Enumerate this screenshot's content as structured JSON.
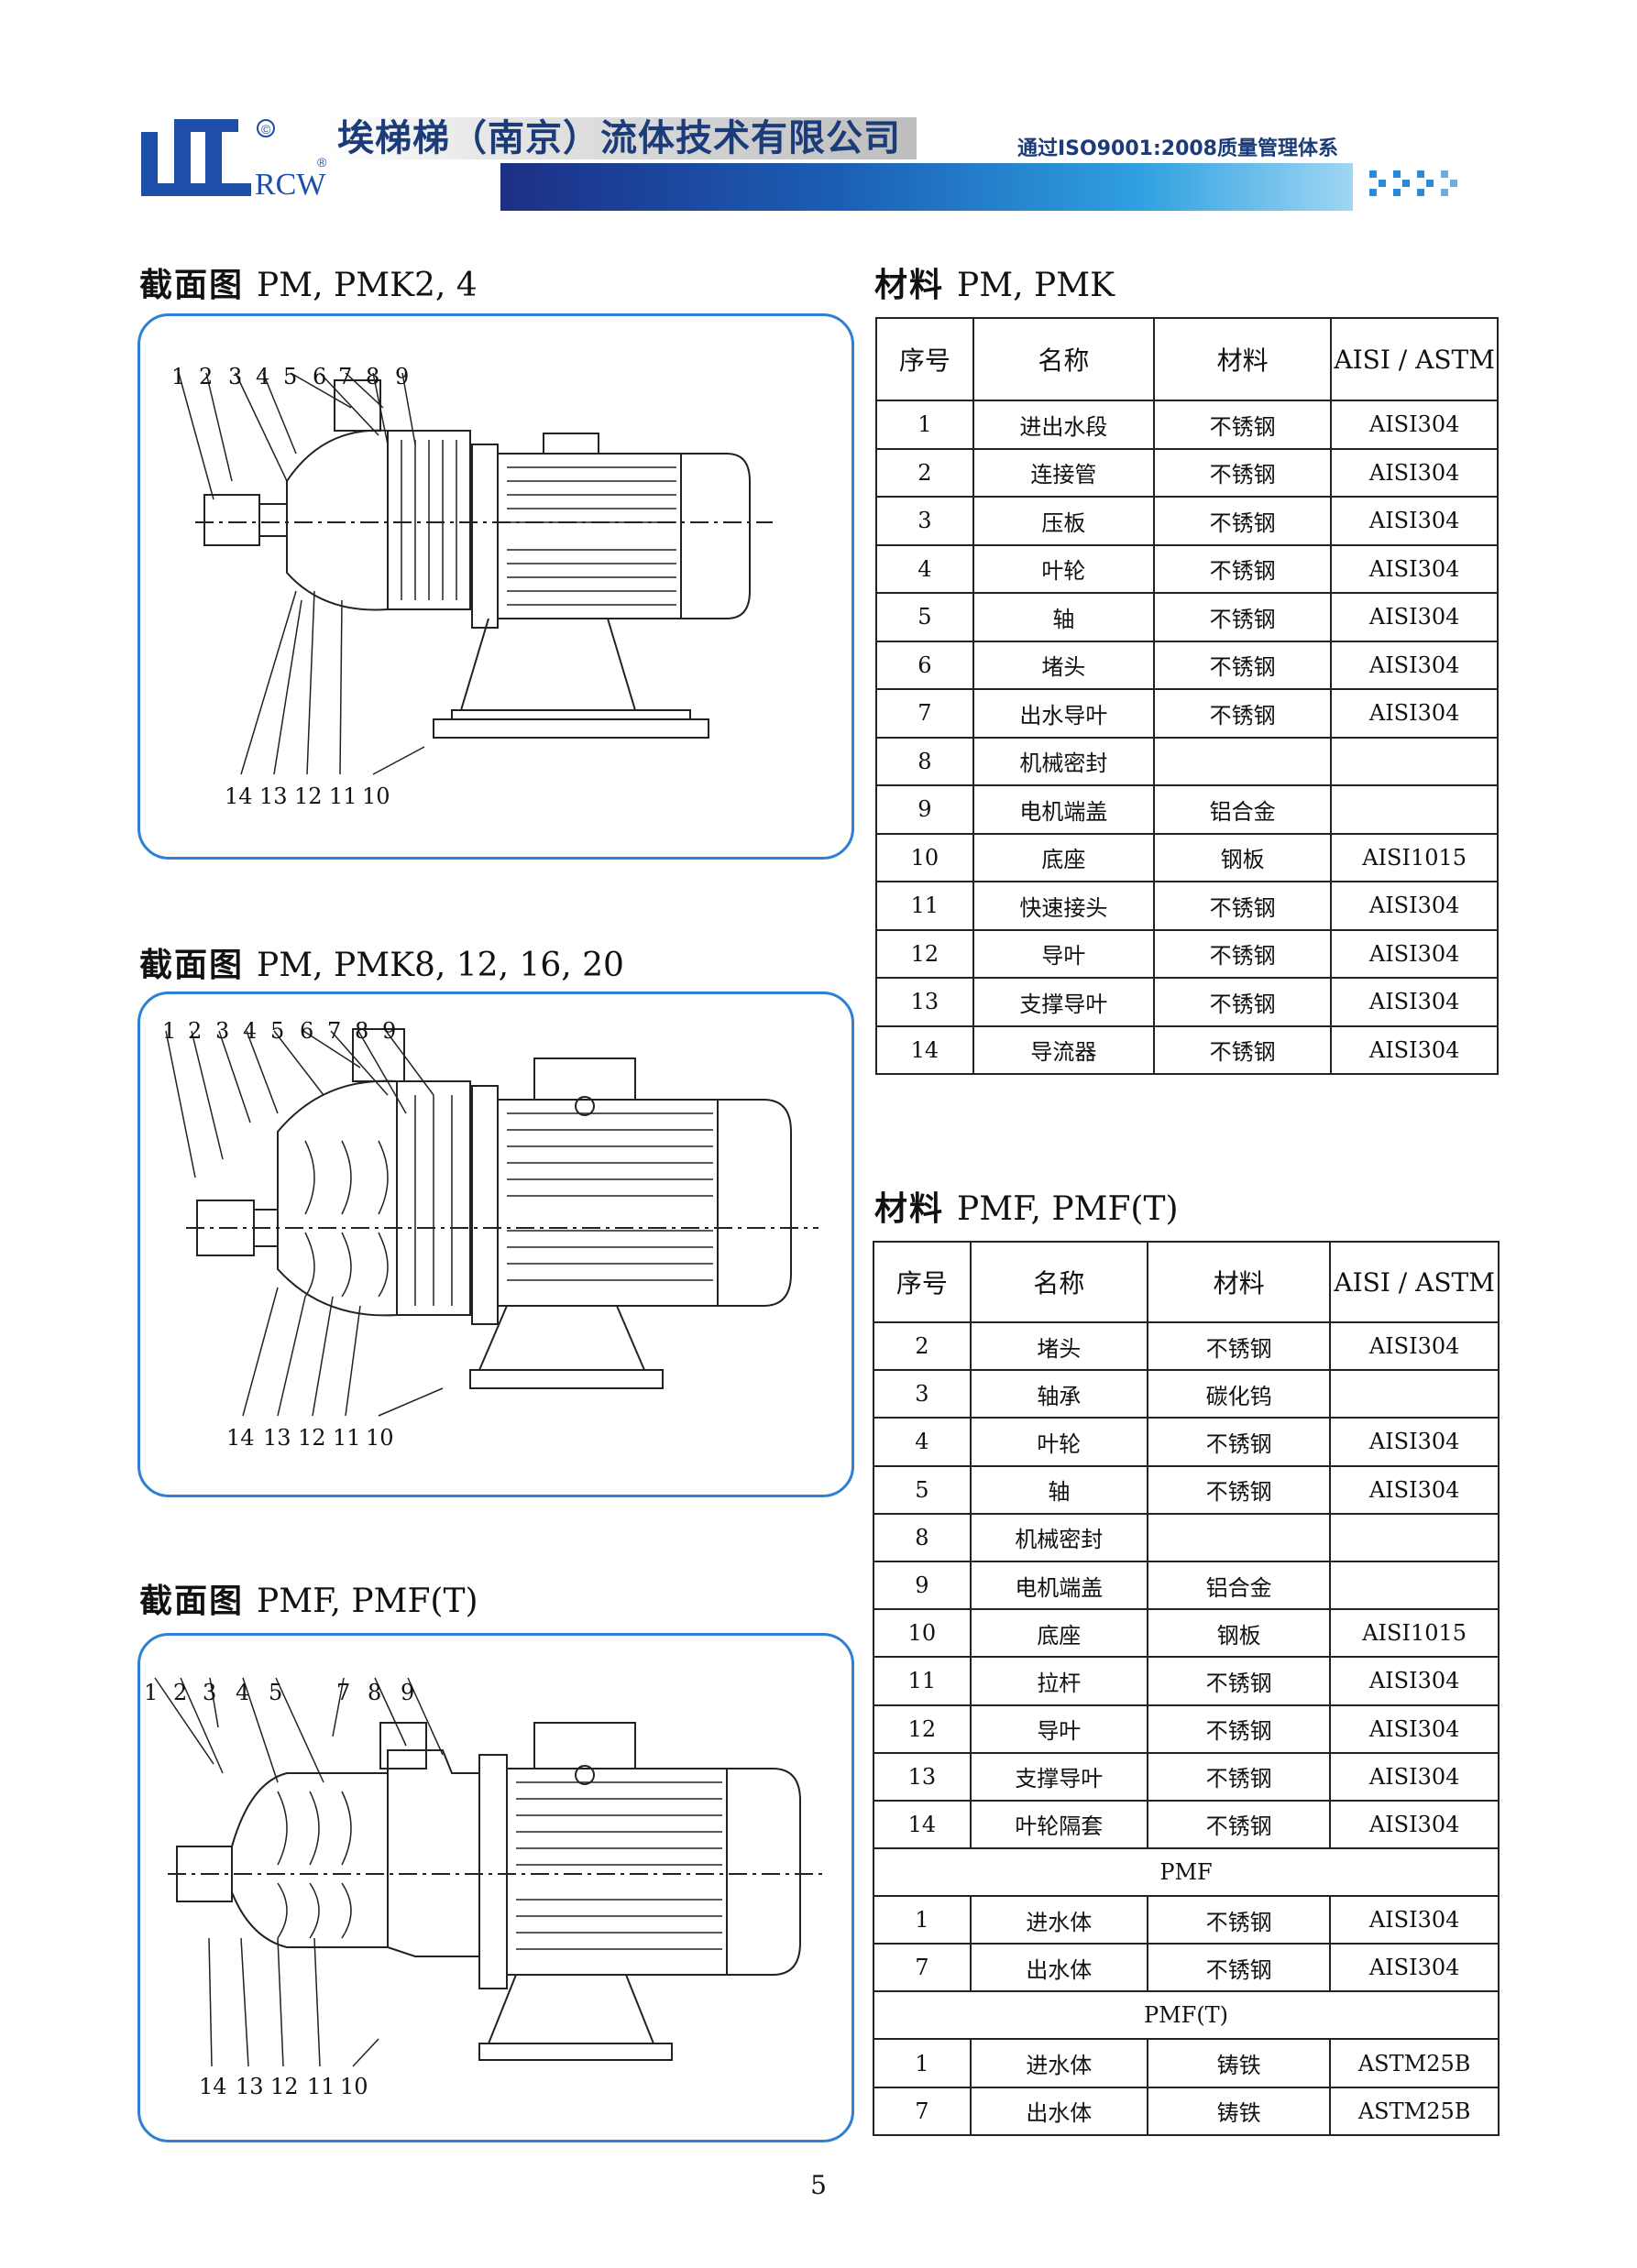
{
  "header": {
    "logo_text": "RCW",
    "company": "埃梯梯（南京）流体技术有限公司",
    "certification": "通过ISO9001:2008质量管理体系"
  },
  "sections": [
    {
      "heading_cn": "截面图",
      "heading_model": "PM, PMK2, 4",
      "top_labels": [
        "1",
        "2",
        "3",
        "4",
        "5",
        "6",
        "7",
        "8",
        "9"
      ],
      "bottom_labels": [
        "14",
        "13",
        "12",
        "11",
        "10"
      ]
    },
    {
      "heading_cn": "截面图",
      "heading_model": "PM, PMK8, 12, 16, 20",
      "top_labels": [
        "1",
        "2",
        "3",
        "4",
        "5",
        "6",
        "7",
        "8",
        "9"
      ],
      "bottom_labels": [
        "14",
        "13",
        "12",
        "11",
        "10"
      ]
    },
    {
      "heading_cn": "截面图",
      "heading_model": "PMF, PMF(T)",
      "top_labels": [
        "1",
        "2",
        "3",
        "4",
        "5",
        "7",
        "8",
        "9"
      ],
      "bottom_labels": [
        "14",
        "13",
        "12",
        "11",
        "10"
      ]
    }
  ],
  "table1": {
    "heading_cn": "材料",
    "heading_model": "PM, PMK",
    "columns": [
      "序号",
      "名称",
      "材料",
      "AISI / ASTM"
    ],
    "rows": [
      [
        "1",
        "进出水段",
        "不锈钢",
        "AISI304"
      ],
      [
        "2",
        "连接管",
        "不锈钢",
        "AISI304"
      ],
      [
        "3",
        "压板",
        "不锈钢",
        "AISI304"
      ],
      [
        "4",
        "叶轮",
        "不锈钢",
        "AISI304"
      ],
      [
        "5",
        "轴",
        "不锈钢",
        "AISI304"
      ],
      [
        "6",
        "堵头",
        "不锈钢",
        "AISI304"
      ],
      [
        "7",
        "出水导叶",
        "不锈钢",
        "AISI304"
      ],
      [
        "8",
        "机械密封",
        "",
        ""
      ],
      [
        "9",
        "电机端盖",
        "铝合金",
        ""
      ],
      [
        "10",
        "底座",
        "钢板",
        "AISI1015"
      ],
      [
        "11",
        "快速接头",
        "不锈钢",
        "AISI304"
      ],
      [
        "12",
        "导叶",
        "不锈钢",
        "AISI304"
      ],
      [
        "13",
        "支撑导叶",
        "不锈钢",
        "AISI304"
      ],
      [
        "14",
        "导流器",
        "不锈钢",
        "AISI304"
      ]
    ]
  },
  "table2": {
    "heading_cn": "材料",
    "heading_model": "PMF, PMF(T)",
    "columns": [
      "序号",
      "名称",
      "材料",
      "AISI / ASTM"
    ],
    "rows": [
      [
        "2",
        "堵头",
        "不锈钢",
        "AISI304"
      ],
      [
        "3",
        "轴承",
        "碳化钨",
        ""
      ],
      [
        "4",
        "叶轮",
        "不锈钢",
        "AISI304"
      ],
      [
        "5",
        "轴",
        "不锈钢",
        "AISI304"
      ],
      [
        "8",
        "机械密封",
        "",
        ""
      ],
      [
        "9",
        "电机端盖",
        "铝合金",
        ""
      ],
      [
        "10",
        "底座",
        "钢板",
        "AISI1015"
      ],
      [
        "11",
        "拉杆",
        "不锈钢",
        "AISI304"
      ],
      [
        "12",
        "导叶",
        "不锈钢",
        "AISI304"
      ],
      [
        "13",
        "支撑导叶",
        "不锈钢",
        "AISI304"
      ],
      [
        "14",
        "叶轮隔套",
        "不锈钢",
        "AISI304"
      ]
    ],
    "group_pmf": {
      "label": "PMF",
      "rows": [
        [
          "1",
          "进水体",
          "不锈钢",
          "AISI304"
        ],
        [
          "7",
          "出水体",
          "不锈钢",
          "AISI304"
        ]
      ]
    },
    "group_pmft": {
      "label": "PMF(T)",
      "rows": [
        [
          "1",
          "进水体",
          "铸铁",
          "ASTM25B"
        ],
        [
          "7",
          "出水体",
          "铸铁",
          "ASTM25B"
        ]
      ]
    }
  },
  "page_number": "5",
  "colors": {
    "brand_blue": "#1b3c78",
    "panel_border": "#2f7fd2"
  }
}
